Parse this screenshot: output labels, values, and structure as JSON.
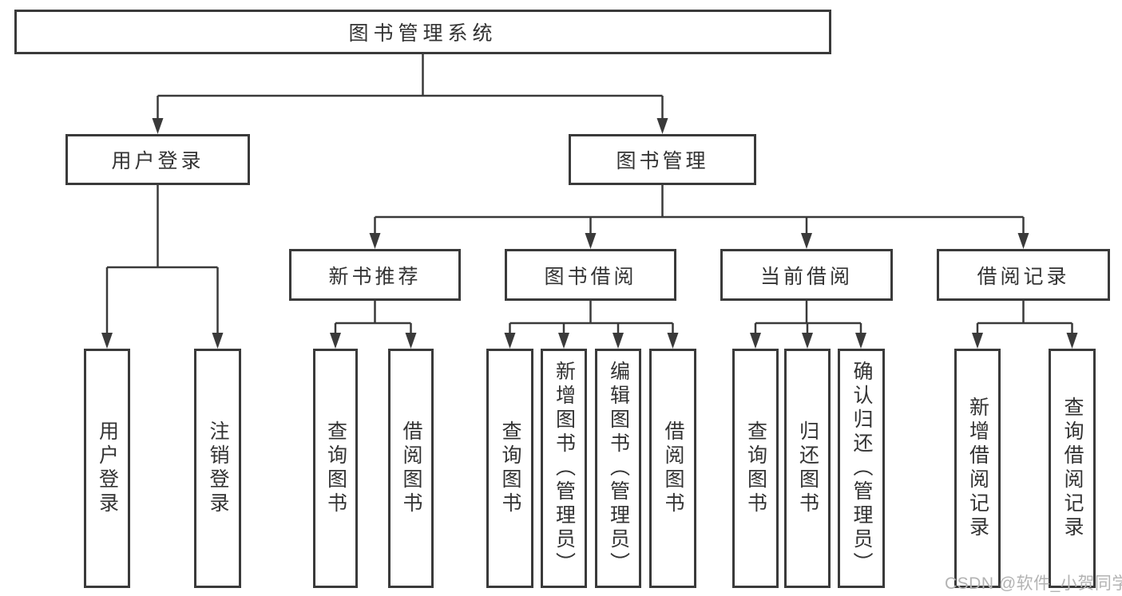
{
  "diagram": {
    "root": {
      "label": "图书管理系统"
    },
    "level2": [
      {
        "label": "用户登录",
        "children": [
          "用户登录",
          "注销登录"
        ]
      },
      {
        "label": "图书管理",
        "sections": [
          {
            "label": "新书推荐",
            "children": [
              "查询图书",
              "借阅图书"
            ]
          },
          {
            "label": "图书借阅",
            "children": [
              "查询图书",
              "新增图书（管理员）",
              "编辑图书（管理员）",
              "借阅图书"
            ]
          },
          {
            "label": "当前借阅",
            "children": [
              "查询图书",
              "归还图书",
              "确认归还（管理员）"
            ]
          },
          {
            "label": "借阅记录",
            "children": [
              "新增借阅记录",
              "查询借阅记录"
            ]
          }
        ]
      }
    ]
  },
  "watermark": {
    "text": "CSDN @软件_小贺同学"
  },
  "colors": {
    "line": "#3a3a3a",
    "border": "#3a3a3a",
    "text": "#333333",
    "watermark": "#b3b3b3",
    "node_background": "#ffffff",
    "background": "#ffffff"
  }
}
